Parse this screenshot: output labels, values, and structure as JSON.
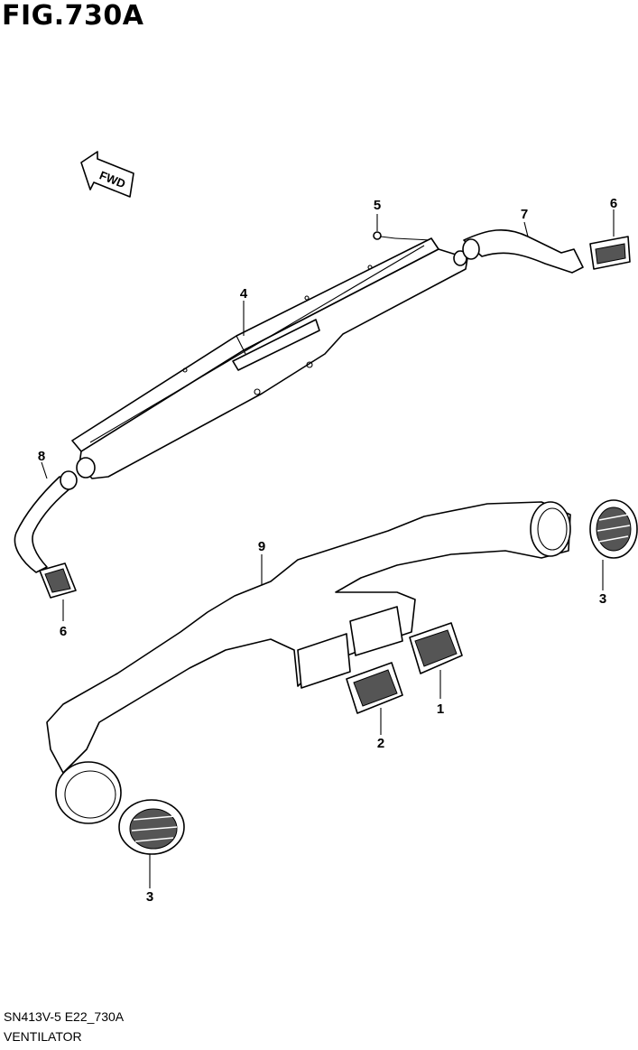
{
  "figure": {
    "title": "FIG.730A",
    "fwd_label": "FWD"
  },
  "callouts": [
    {
      "id": "c1",
      "label": "1"
    },
    {
      "id": "c2",
      "label": "2"
    },
    {
      "id": "c3a",
      "label": "3"
    },
    {
      "id": "c3b",
      "label": "3"
    },
    {
      "id": "c4",
      "label": "4"
    },
    {
      "id": "c5",
      "label": "5"
    },
    {
      "id": "c6a",
      "label": "6"
    },
    {
      "id": "c6b",
      "label": "6"
    },
    {
      "id": "c7",
      "label": "7"
    },
    {
      "id": "c8",
      "label": "8"
    },
    {
      "id": "c9",
      "label": "9"
    }
  ],
  "footer": {
    "code": "SN413V-5 E22_730A",
    "name": "VENTILATOR"
  }
}
